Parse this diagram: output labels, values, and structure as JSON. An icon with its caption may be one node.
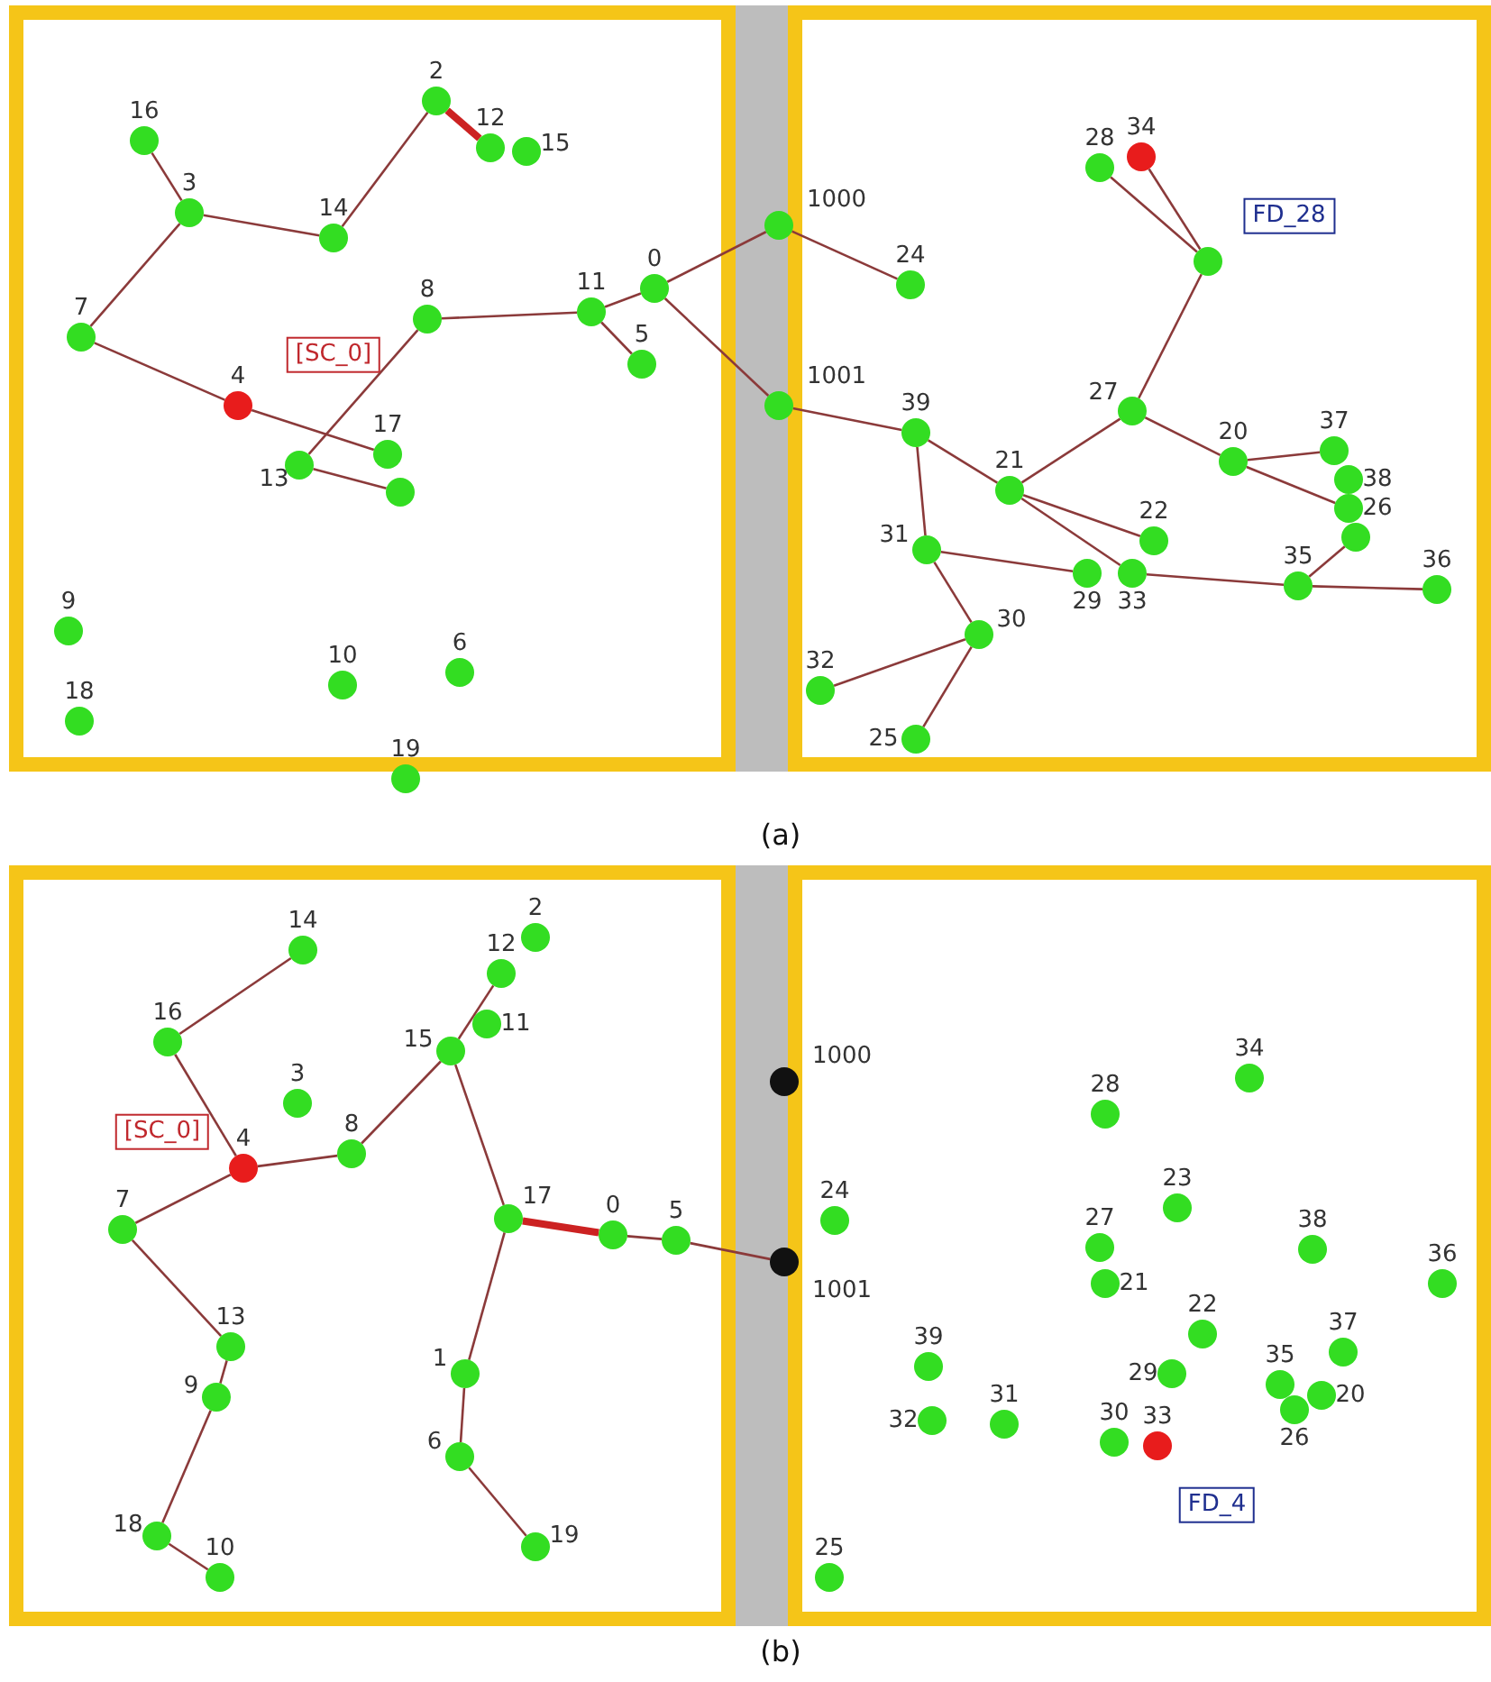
{
  "diagram": {
    "nodes": [
      {
        "text": [
          "2"
        ]
      },
      {
        "text": [
          "12"
        ]
      },
      {
        "text": [
          "15"
        ]
      },
      {
        "text": [
          "16"
        ]
      },
      {
        "text": [
          "3"
        ]
      },
      {
        "text": [
          "14"
        ]
      },
      {
        "text": [
          "7"
        ]
      },
      {
        "text": [
          "8"
        ]
      },
      {
        "text": [
          "11"
        ]
      },
      {
        "text": [
          "0"
        ]
      },
      {
        "text": [
          "5"
        ]
      },
      {
        "text": [
          "[SC_0]"
        ]
      },
      {
        "text": [
          "4"
        ]
      },
      {
        "text": [
          "13"
        ]
      },
      {
        "text": [
          "17"
        ]
      },
      {
        "text": [],
        "shape": "circle"
      },
      {
        "text": [
          "9"
        ]
      },
      {
        "text": [
          "18"
        ]
      },
      {
        "text": [
          "10"
        ]
      },
      {
        "text": [
          "6"
        ]
      },
      {
        "text": [
          "19"
        ]
      },
      {
        "text": [
          "34"
        ]
      },
      {
        "text": [
          "28"
        ]
      },
      {
        "text": [
          "1000"
        ]
      },
      {
        "text": [
          "FD_28"
        ]
      },
      {
        "text": [],
        "shape": "circle"
      },
      {
        "text": [
          "24"
        ]
      },
      {
        "text": [
          "1001"
        ]
      },
      {
        "text": [
          "27"
        ]
      },
      {
        "text": [
          "39"
        ]
      },
      {
        "text": [
          "20"
        ]
      },
      {
        "text": [
          "37"
        ]
      },
      {
        "text": [
          "38"
        ]
      },
      {
        "text": [
          "26"
        ]
      },
      {
        "text": [],
        "shape": "circle"
      },
      {
        "text": [
          "21"
        ]
      },
      {
        "text": [
          "22"
        ]
      },
      {
        "text": [
          "31"
        ]
      },
      {
        "text": [
          "29"
        ]
      },
      {
        "text": [
          "33"
        ]
      },
      {
        "text": [
          "35"
        ]
      },
      {
        "text": [
          "36"
        ]
      },
      {
        "text": [
          "30"
        ]
      },
      {
        "text": [
          "32"
        ]
      },
      {
        "text": [
          "25"
        ]
      },
      {
        "text": [
          "2"
        ]
      },
      {
        "text": [
          "14"
        ]
      },
      {
        "text": [
          "12"
        ]
      },
      {
        "text": [
          "11"
        ]
      },
      {
        "text": [
          "15"
        ]
      },
      {
        "text": [
          "16"
        ]
      },
      {
        "text": [
          "3"
        ]
      },
      {
        "text": [
          "[SC_0]"
        ]
      },
      {
        "text": [
          "8"
        ]
      },
      {
        "text": [
          "4"
        ]
      },
      {
        "text": [
          "7"
        ]
      },
      {
        "text": [
          "17"
        ]
      },
      {
        "text": [
          "0"
        ]
      },
      {
        "text": [
          "5"
        ]
      },
      {
        "text": [
          "13"
        ]
      },
      {
        "text": [
          "9"
        ]
      },
      {
        "text": [
          "1"
        ]
      },
      {
        "text": [
          "6"
        ]
      },
      {
        "text": [
          "18"
        ]
      },
      {
        "text": [
          "19"
        ]
      },
      {
        "text": [
          "10"
        ]
      },
      {
        "text": [
          "1000"
        ]
      },
      {
        "text": [
          "34"
        ]
      },
      {
        "text": [
          "28"
        ]
      },
      {
        "text": [
          "23"
        ]
      },
      {
        "text": [
          "24"
        ]
      },
      {
        "text": [
          "27"
        ]
      },
      {
        "text": [
          "1001"
        ]
      },
      {
        "text": [
          "38"
        ]
      },
      {
        "text": [
          "36"
        ]
      },
      {
        "text": [
          "21"
        ]
      },
      {
        "text": [
          "22"
        ]
      },
      {
        "text": [
          "37"
        ]
      },
      {
        "text": [
          "39"
        ]
      },
      {
        "text": [
          "29"
        ]
      },
      {
        "text": [
          "35"
        ]
      },
      {
        "text": [
          "20"
        ]
      },
      {
        "text": [
          "26"
        ]
      },
      {
        "text": [
          "32"
        ]
      },
      {
        "text": [
          "31"
        ]
      },
      {
        "text": [
          "30"
        ]
      },
      {
        "text": [
          "33"
        ]
      },
      {
        "text": [
          "FD_4"
        ]
      },
      {
        "text": [
          "25"
        ]
      }
    ],
    "edges": [
      {
        "from": 3,
        "to": 4,
        "arrow": "none"
      },
      {
        "from": 4,
        "to": 5,
        "arrow": "none"
      },
      {
        "from": 5,
        "to": 0,
        "arrow": "none"
      },
      {
        "from": 0,
        "to": 1,
        "arrow": "none",
        "style": "thick",
        "color": "#cc2222"
      },
      {
        "from": 4,
        "to": 6,
        "arrow": "none"
      },
      {
        "from": 6,
        "to": 12,
        "arrow": "none"
      },
      {
        "from": 12,
        "to": 14,
        "arrow": "none"
      },
      {
        "from": 13,
        "to": 15,
        "arrow": "none"
      },
      {
        "from": 13,
        "to": 7,
        "arrow": "none"
      },
      {
        "from": 7,
        "to": 8,
        "arrow": "none"
      },
      {
        "from": 8,
        "to": 9,
        "arrow": "none"
      },
      {
        "from": 9,
        "to": 23,
        "arrow": "none"
      },
      {
        "from": 8,
        "to": 10,
        "arrow": "none"
      },
      {
        "from": 9,
        "to": 27,
        "arrow": "none"
      },
      {
        "from": 23,
        "to": 26,
        "arrow": "none"
      },
      {
        "from": 27,
        "to": 29,
        "arrow": "none"
      },
      {
        "from": 29,
        "to": 35,
        "arrow": "none"
      },
      {
        "from": 29,
        "to": 37,
        "arrow": "none"
      },
      {
        "from": 35,
        "to": 28,
        "arrow": "none"
      },
      {
        "from": 28,
        "to": 25,
        "arrow": "none"
      },
      {
        "from": 25,
        "to": 21,
        "arrow": "none"
      },
      {
        "from": 22,
        "to": 25,
        "arrow": "none"
      },
      {
        "from": 28,
        "to": 30,
        "arrow": "none"
      },
      {
        "from": 30,
        "to": 31,
        "arrow": "none"
      },
      {
        "from": 30,
        "to": 33,
        "arrow": "none"
      },
      {
        "from": 35,
        "to": 39,
        "arrow": "none"
      },
      {
        "from": 35,
        "to": 36,
        "arrow": "none"
      },
      {
        "from": 37,
        "to": 38,
        "arrow": "none"
      },
      {
        "from": 39,
        "to": 40,
        "arrow": "none"
      },
      {
        "from": 40,
        "to": 41,
        "arrow": "none"
      },
      {
        "from": 40,
        "to": 34,
        "arrow": "none"
      },
      {
        "from": 37,
        "to": 42,
        "arrow": "none"
      },
      {
        "from": 42,
        "to": 43,
        "arrow": "none"
      },
      {
        "from": 42,
        "to": 44,
        "arrow": "none"
      },
      {
        "from": 46,
        "to": 50,
        "arrow": "none"
      },
      {
        "from": 50,
        "to": 54,
        "arrow": "none"
      },
      {
        "from": 54,
        "to": 55,
        "arrow": "none"
      },
      {
        "from": 54,
        "to": 53,
        "arrow": "none"
      },
      {
        "from": 53,
        "to": 49,
        "arrow": "none"
      },
      {
        "from": 49,
        "to": 47,
        "arrow": "none"
      },
      {
        "from": 49,
        "to": 56,
        "arrow": "none"
      },
      {
        "from": 56,
        "to": 57,
        "arrow": "none",
        "style": "thick",
        "color": "#cc2222"
      },
      {
        "from": 57,
        "to": 58,
        "arrow": "none"
      },
      {
        "from": 58,
        "to": 72,
        "arrow": "none"
      },
      {
        "from": 56,
        "to": 61,
        "arrow": "none"
      },
      {
        "from": 61,
        "to": 62,
        "arrow": "none"
      },
      {
        "from": 62,
        "to": 64,
        "arrow": "none"
      },
      {
        "from": 55,
        "to": 59,
        "arrow": "none"
      },
      {
        "from": 59,
        "to": 60,
        "arrow": "none"
      },
      {
        "from": 60,
        "to": 63,
        "arrow": "none"
      },
      {
        "from": 63,
        "to": 65,
        "arrow": "none"
      }
    ],
    "labels": [
      "(a)",
      "(b)"
    ]
  }
}
